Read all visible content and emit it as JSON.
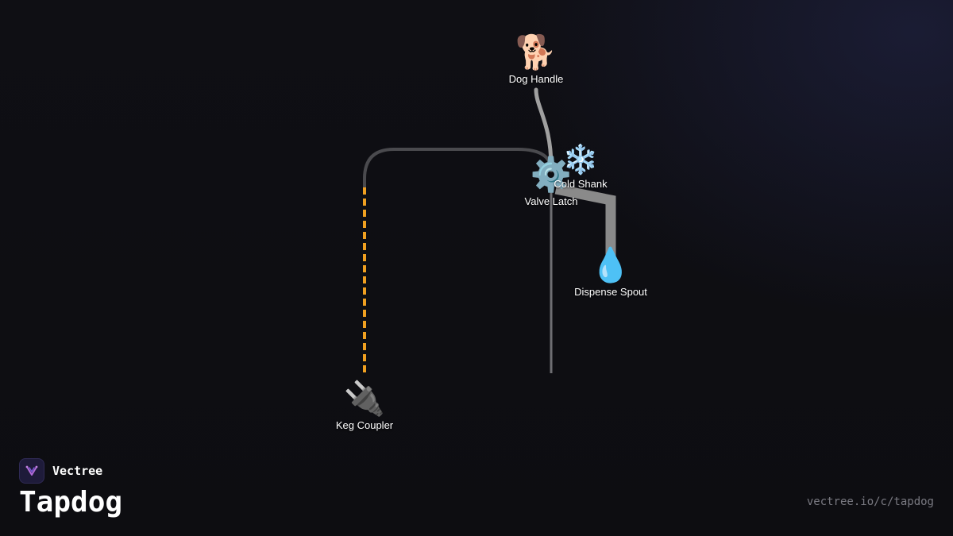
{
  "brand": {
    "name": "Vectree",
    "title": "Tapdog",
    "url": "vectree.io/c/tapdog",
    "logo_icon": "vectree-logo-icon"
  },
  "colors": {
    "link_gray": "#a0a0a0",
    "link_dark": "#4a4a4e",
    "link_mid": "#6e6e72",
    "link_dashed": "#f0a020",
    "background": "#0e0e12"
  },
  "nodes": {
    "dog_handle": {
      "label": "Dog Handle",
      "emoji": "🐕",
      "icon": "dog-icon"
    },
    "cold_shank": {
      "label": "Cold Shank",
      "emoji": "❄️",
      "icon": "snowflake-icon"
    },
    "valve_latch": {
      "label": "Valve Latch",
      "emoji": "⚙️",
      "icon": "gear-icon"
    },
    "dispense_spout": {
      "label": "Dispense Spout",
      "emoji": "💧",
      "icon": "droplet-icon"
    },
    "keg_coupler": {
      "label": "Keg Coupler",
      "emoji": "🔌",
      "icon": "plug-icon"
    }
  }
}
